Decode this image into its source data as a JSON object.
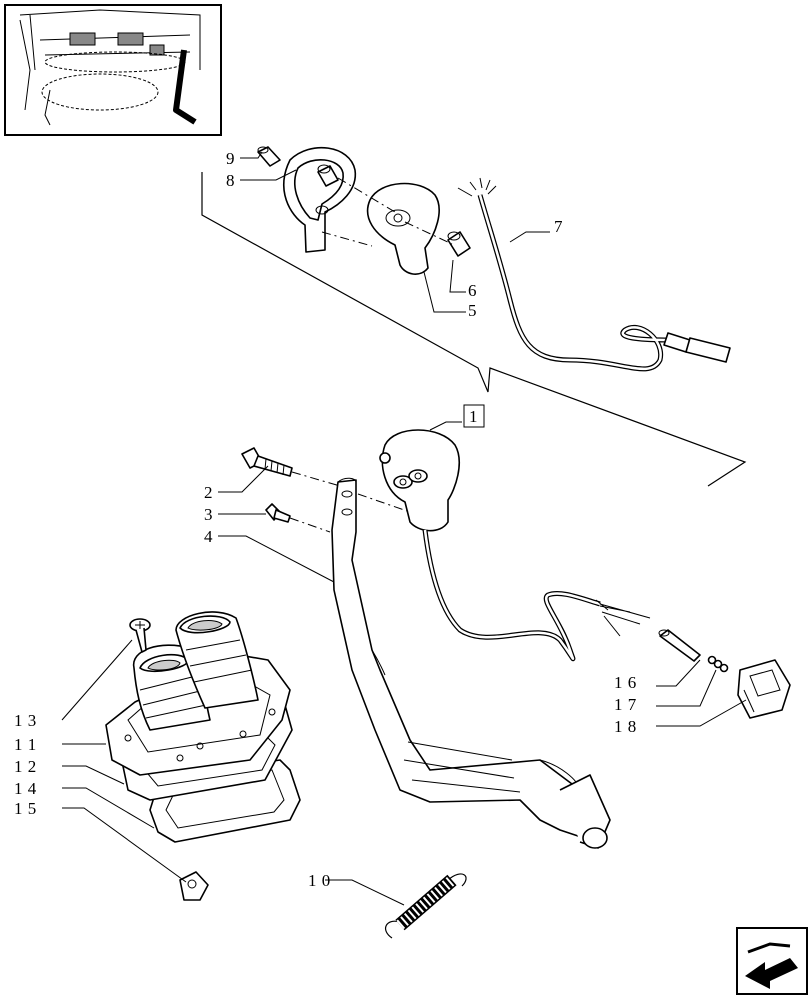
{
  "diagram": {
    "callouts": {
      "c1": "1",
      "c2": "2",
      "c3": "3",
      "c4": "4",
      "c5": "5",
      "c6": "6",
      "c7": "7",
      "c8": "8",
      "c9": "9",
      "c10": "1 0",
      "c11": "1 1",
      "c12": "1 2",
      "c13": "1 3",
      "c14": "1 4",
      "c15": "1 5",
      "c16": "1 6",
      "c17": "1 7",
      "c18": "1 8"
    },
    "icons": {
      "thumbnail": "tractor-cab-floor-thumbnail-icon",
      "nav": "previous-page-arrow-icon"
    }
  }
}
